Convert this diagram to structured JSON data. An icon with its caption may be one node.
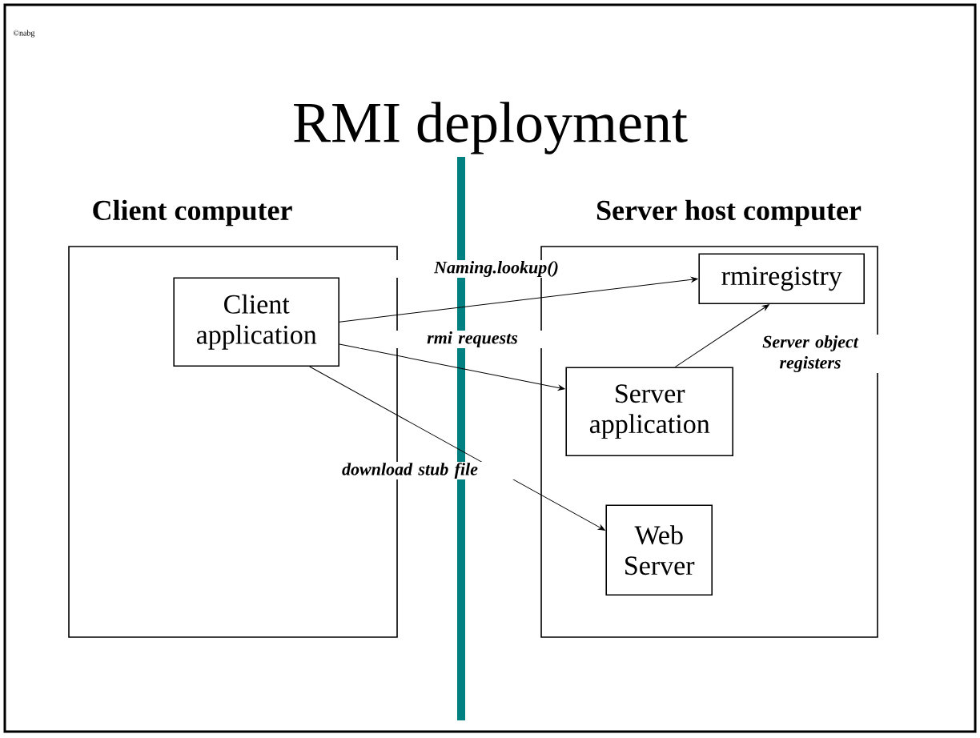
{
  "diagram": {
    "title": "RMI deployment",
    "nodes": [
      {
        "text": [
          "Client computer"
        ]
      },
      {
        "text": [
          "Client application"
        ],
        "in": 0
      },
      {
        "text": [
          "Server host computer"
        ]
      },
      {
        "text": [
          "rmiregistry"
        ],
        "in": 2
      },
      {
        "text": [
          "Server application"
        ],
        "in": 2
      },
      {
        "text": [
          "Web Server"
        ],
        "in": 2
      }
    ],
    "edges": [
      {
        "from": 1,
        "to": 3,
        "arrow": "to",
        "label": "Naming.lookup()"
      },
      {
        "from": 1,
        "to": 4,
        "arrow": "to",
        "label": "rmi requests"
      },
      {
        "from": 1,
        "to": 5,
        "arrow": "to",
        "label": "download stub file"
      },
      {
        "from": 4,
        "to": 3,
        "arrow": "to",
        "label": "Server object registers"
      }
    ],
    "labels": [
      "©nabg"
    ]
  }
}
